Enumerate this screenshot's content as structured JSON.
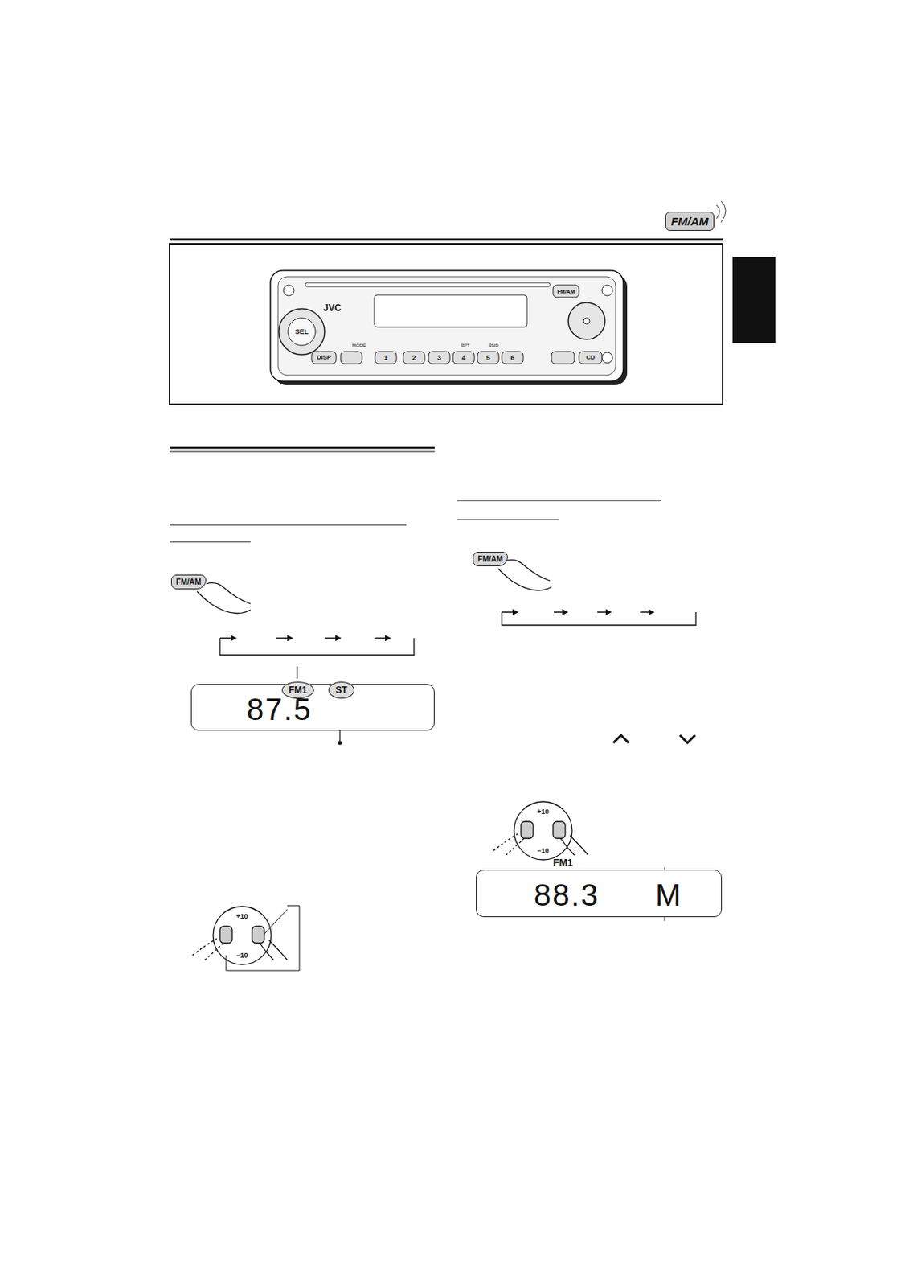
{
  "diagram": {
    "nodes": [
      {
        "text": [
          "FM/AM"
        ]
      },
      {
        "text": [
          "FM/AM"
        ]
      },
      {
        "text": [
          "87.5"
        ]
      },
      {
        "text": [
          "FM1"
        ],
        "in": 2
      },
      {
        "text": [
          "ST"
        ],
        "in": 2
      },
      {
        "text": [
          "FM/AM"
        ]
      },
      {
        "text": [
          "FM1",
          "88.3",
          "M"
        ]
      }
    ],
    "labels": [
      "JVC",
      "SEL",
      "DISP",
      "MODE",
      "RPT",
      "RND",
      "1",
      "2",
      "3",
      "4",
      "5",
      "6",
      "FM/AM",
      "CD",
      "+10",
      "−10",
      "+10",
      "−10"
    ]
  }
}
